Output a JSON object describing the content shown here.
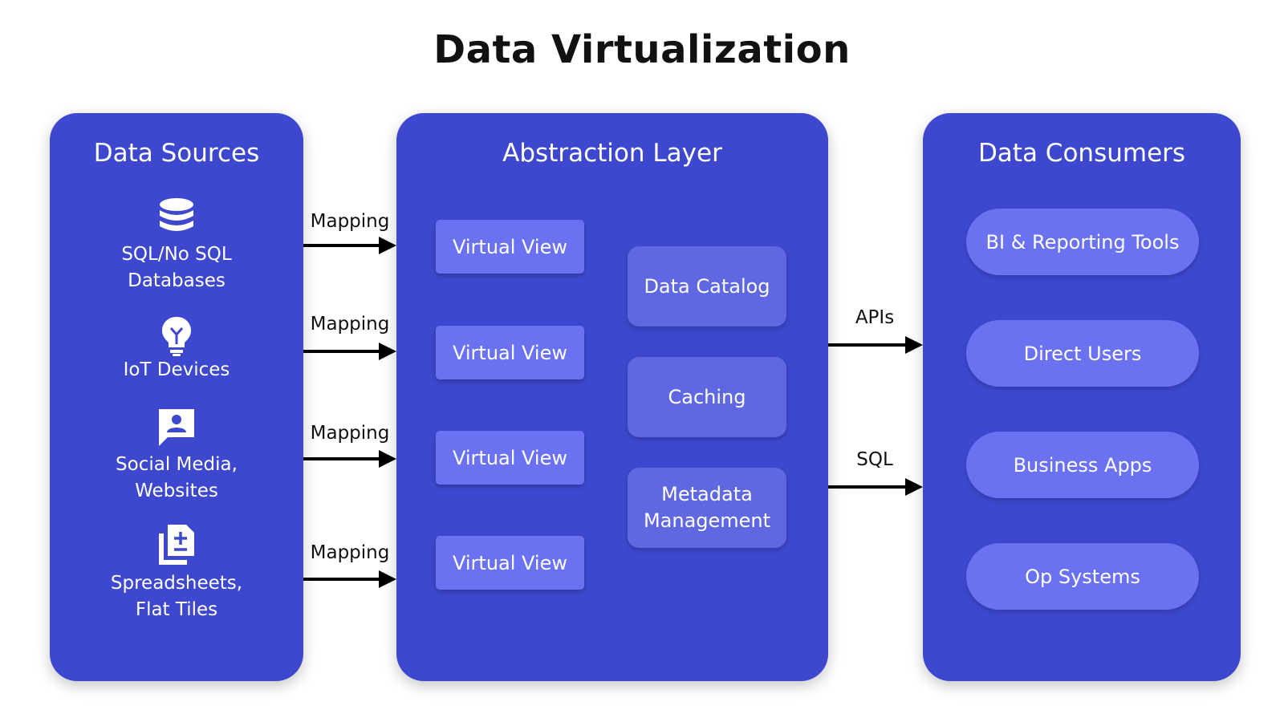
{
  "title": "Data Virtualization",
  "colors": {
    "panel": "#3d48ce",
    "virtual_view": "#6a72f2",
    "service_box": "#5f68e0",
    "consumer_pill": "#6a72f2",
    "arrow": "#000000"
  },
  "sources": {
    "title": "Data Sources",
    "items": [
      {
        "icon": "database-icon",
        "label": "SQL/No SQL\nDatabases"
      },
      {
        "icon": "lightbulb-icon",
        "label": "IoT Devices"
      },
      {
        "icon": "user-chat-icon",
        "label": "Social Media,\nWebsites"
      },
      {
        "icon": "file-stack-icon",
        "label": "Spreadsheets,\nFlat Tiles"
      }
    ]
  },
  "mapping_arrows": [
    "Mapping",
    "Mapping",
    "Mapping",
    "Mapping"
  ],
  "abstraction": {
    "title": "Abstraction Layer",
    "virtual_views": [
      "Virtual View",
      "Virtual View",
      "Virtual View",
      "Virtual View"
    ],
    "services": [
      "Data Catalog",
      "Caching",
      "Metadata\nManagement"
    ]
  },
  "consumer_arrows": [
    "APIs",
    "SQL"
  ],
  "consumers": {
    "title": "Data Consumers",
    "items": [
      "BI & Reporting Tools",
      "Direct Users",
      "Business Apps",
      "Op Systems"
    ]
  }
}
